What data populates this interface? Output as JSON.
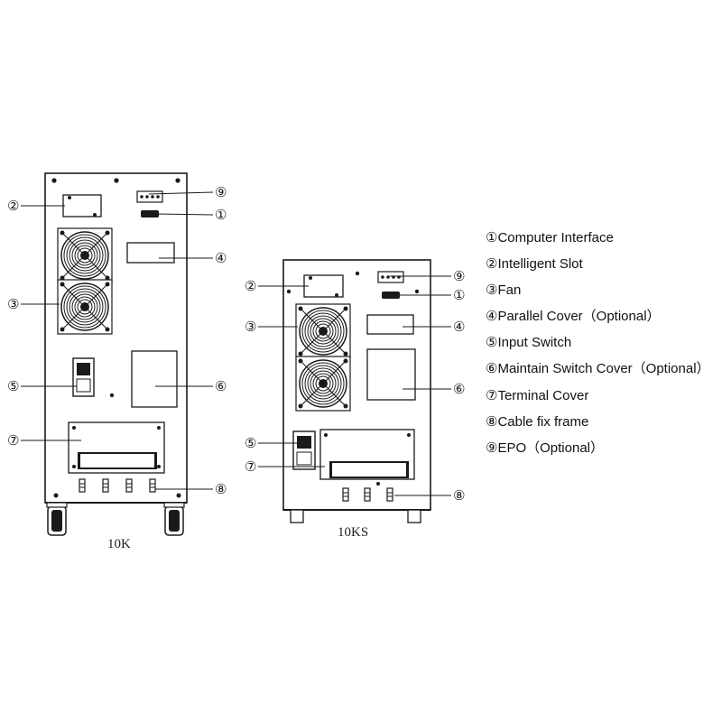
{
  "units": [
    {
      "id": "10k",
      "caption": "10K"
    },
    {
      "id": "10ks",
      "caption": "10KS"
    }
  ],
  "callout_numbers": [
    "①",
    "②",
    "③",
    "④",
    "⑤",
    "⑥",
    "⑦",
    "⑧",
    "⑨"
  ],
  "legend": [
    {
      "num": "①",
      "label": "Computer  Interface"
    },
    {
      "num": "②",
      "label": "Intelligent  Slot"
    },
    {
      "num": "③",
      "label": "Fan"
    },
    {
      "num": "④",
      "label": "Parallel Cover（Optional）"
    },
    {
      "num": "⑤",
      "label": "Input Switch"
    },
    {
      "num": "⑥",
      "label": "Maintain  Switch  Cover（Optional）"
    },
    {
      "num": "⑦",
      "label": "Terminal Cover"
    },
    {
      "num": "⑧",
      "label": "Cable  fix frame"
    },
    {
      "num": "⑨",
      "label": "EPO（Optional）"
    }
  ],
  "colors": {
    "line": "#1a1a1a",
    "background": "#ffffff"
  }
}
